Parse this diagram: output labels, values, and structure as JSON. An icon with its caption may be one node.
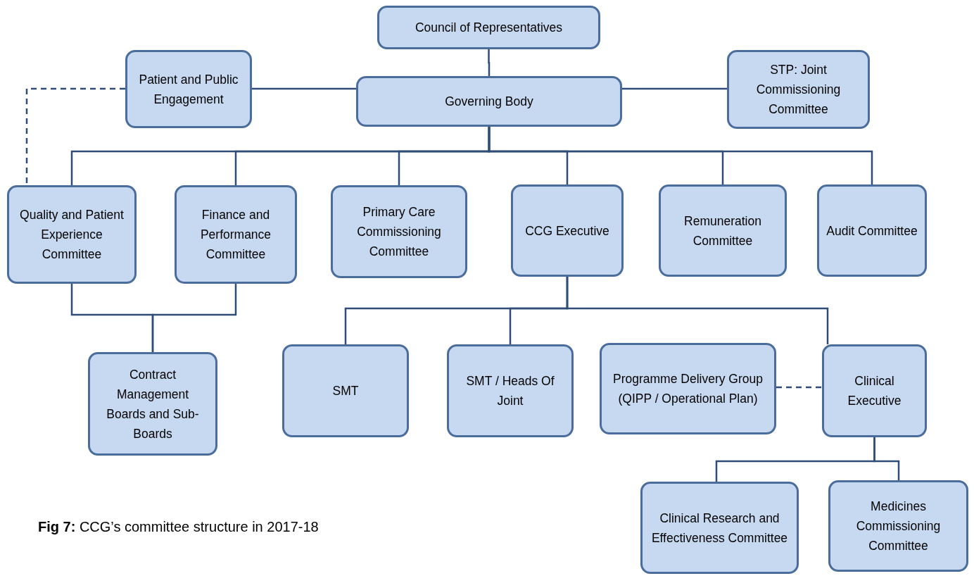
{
  "diagram": {
    "caption": "**Fig 7:** CCG’s committee structure in 2017-18",
    "nodes": [
      {
        "text": [
          "Council of Representatives"
        ]
      },
      {
        "text": [
          "Patient and Public Engagement"
        ]
      },
      {
        "text": [
          "Governing Body"
        ]
      },
      {
        "text": [
          "STP: Joint Commissioning Committee"
        ]
      },
      {
        "text": [
          "Quality and Patient Experience Committee"
        ]
      },
      {
        "text": [
          "Finance and Performance Committee"
        ]
      },
      {
        "text": [
          "Primary Care Commissioning Committee"
        ]
      },
      {
        "text": [
          "CCG Executive"
        ]
      },
      {
        "text": [
          "Remuneration Committee"
        ]
      },
      {
        "text": [
          "Audit Committee"
        ]
      },
      {
        "text": [
          "Contract Management Boards and Sub-Boards"
        ]
      },
      {
        "text": [
          "SMT"
        ]
      },
      {
        "text": [
          "SMT / Heads Of Joint"
        ]
      },
      {
        "text": [
          "Programme Delivery Group (QIPP / Operational Plan)"
        ]
      },
      {
        "text": [
          "Clinical Executive"
        ]
      },
      {
        "text": [
          "Clinical Research and Effectiveness Committee"
        ]
      },
      {
        "text": [
          "Medicines Commissioning Committee"
        ]
      }
    ],
    "edges": [
      {
        "from": 0,
        "to": 2,
        "arrow": "none"
      },
      {
        "from": 1,
        "to": 2,
        "arrow": "none"
      },
      {
        "from": 2,
        "to": 3,
        "arrow": "none"
      },
      {
        "from": 2,
        "to": 4,
        "arrow": "none"
      },
      {
        "from": 2,
        "to": 5,
        "arrow": "none"
      },
      {
        "from": 2,
        "to": 6,
        "arrow": "none"
      },
      {
        "from": 2,
        "to": 7,
        "arrow": "none"
      },
      {
        "from": 2,
        "to": 8,
        "arrow": "none"
      },
      {
        "from": 2,
        "to": 9,
        "arrow": "none"
      },
      {
        "from": 1,
        "to": 4,
        "arrow": "none",
        "style": "dashed"
      },
      {
        "from": 4,
        "to": 10,
        "arrow": "none"
      },
      {
        "from": 5,
        "to": 10,
        "arrow": "none"
      },
      {
        "from": 7,
        "to": 11,
        "arrow": "none"
      },
      {
        "from": 7,
        "to": 12,
        "arrow": "none"
      },
      {
        "from": 7,
        "to": 14,
        "arrow": "none"
      },
      {
        "from": 13,
        "to": 14,
        "arrow": "none",
        "style": "dashed"
      },
      {
        "from": 14,
        "to": 15,
        "arrow": "none"
      },
      {
        "from": 14,
        "to": 16,
        "arrow": "none"
      }
    ]
  }
}
